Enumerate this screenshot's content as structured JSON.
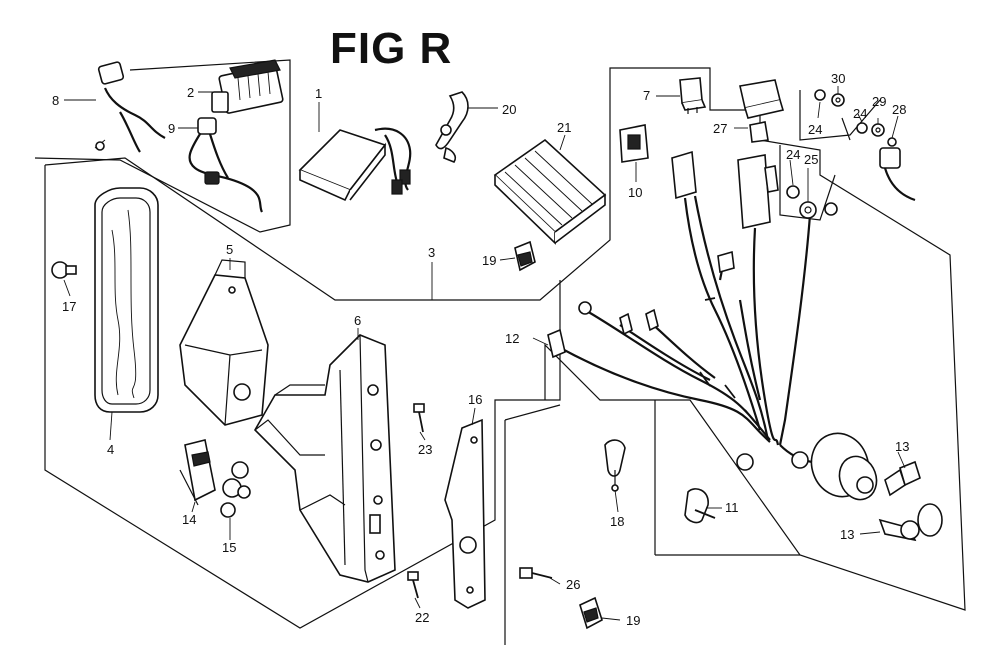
{
  "title": "FIG R",
  "callouts": {
    "c1": "1",
    "c2": "2",
    "c3": "3",
    "c4": "4",
    "c5": "5",
    "c6": "6",
    "c7": "7",
    "c8": "8",
    "c9": "9",
    "c10": "10",
    "c11": "11",
    "c12": "12",
    "c13a": "13",
    "c13b": "13",
    "c14": "14",
    "c15": "15",
    "c16": "16",
    "c17": "17",
    "c18": "18",
    "c19a": "19",
    "c19b": "19",
    "c20": "20",
    "c21": "21",
    "c22": "22",
    "c23": "23",
    "c24a": "24",
    "c24b": "24",
    "c24c": "24",
    "c25": "25",
    "c26": "26",
    "c27": "27",
    "c28": "28",
    "c29": "29",
    "c30": "30"
  }
}
